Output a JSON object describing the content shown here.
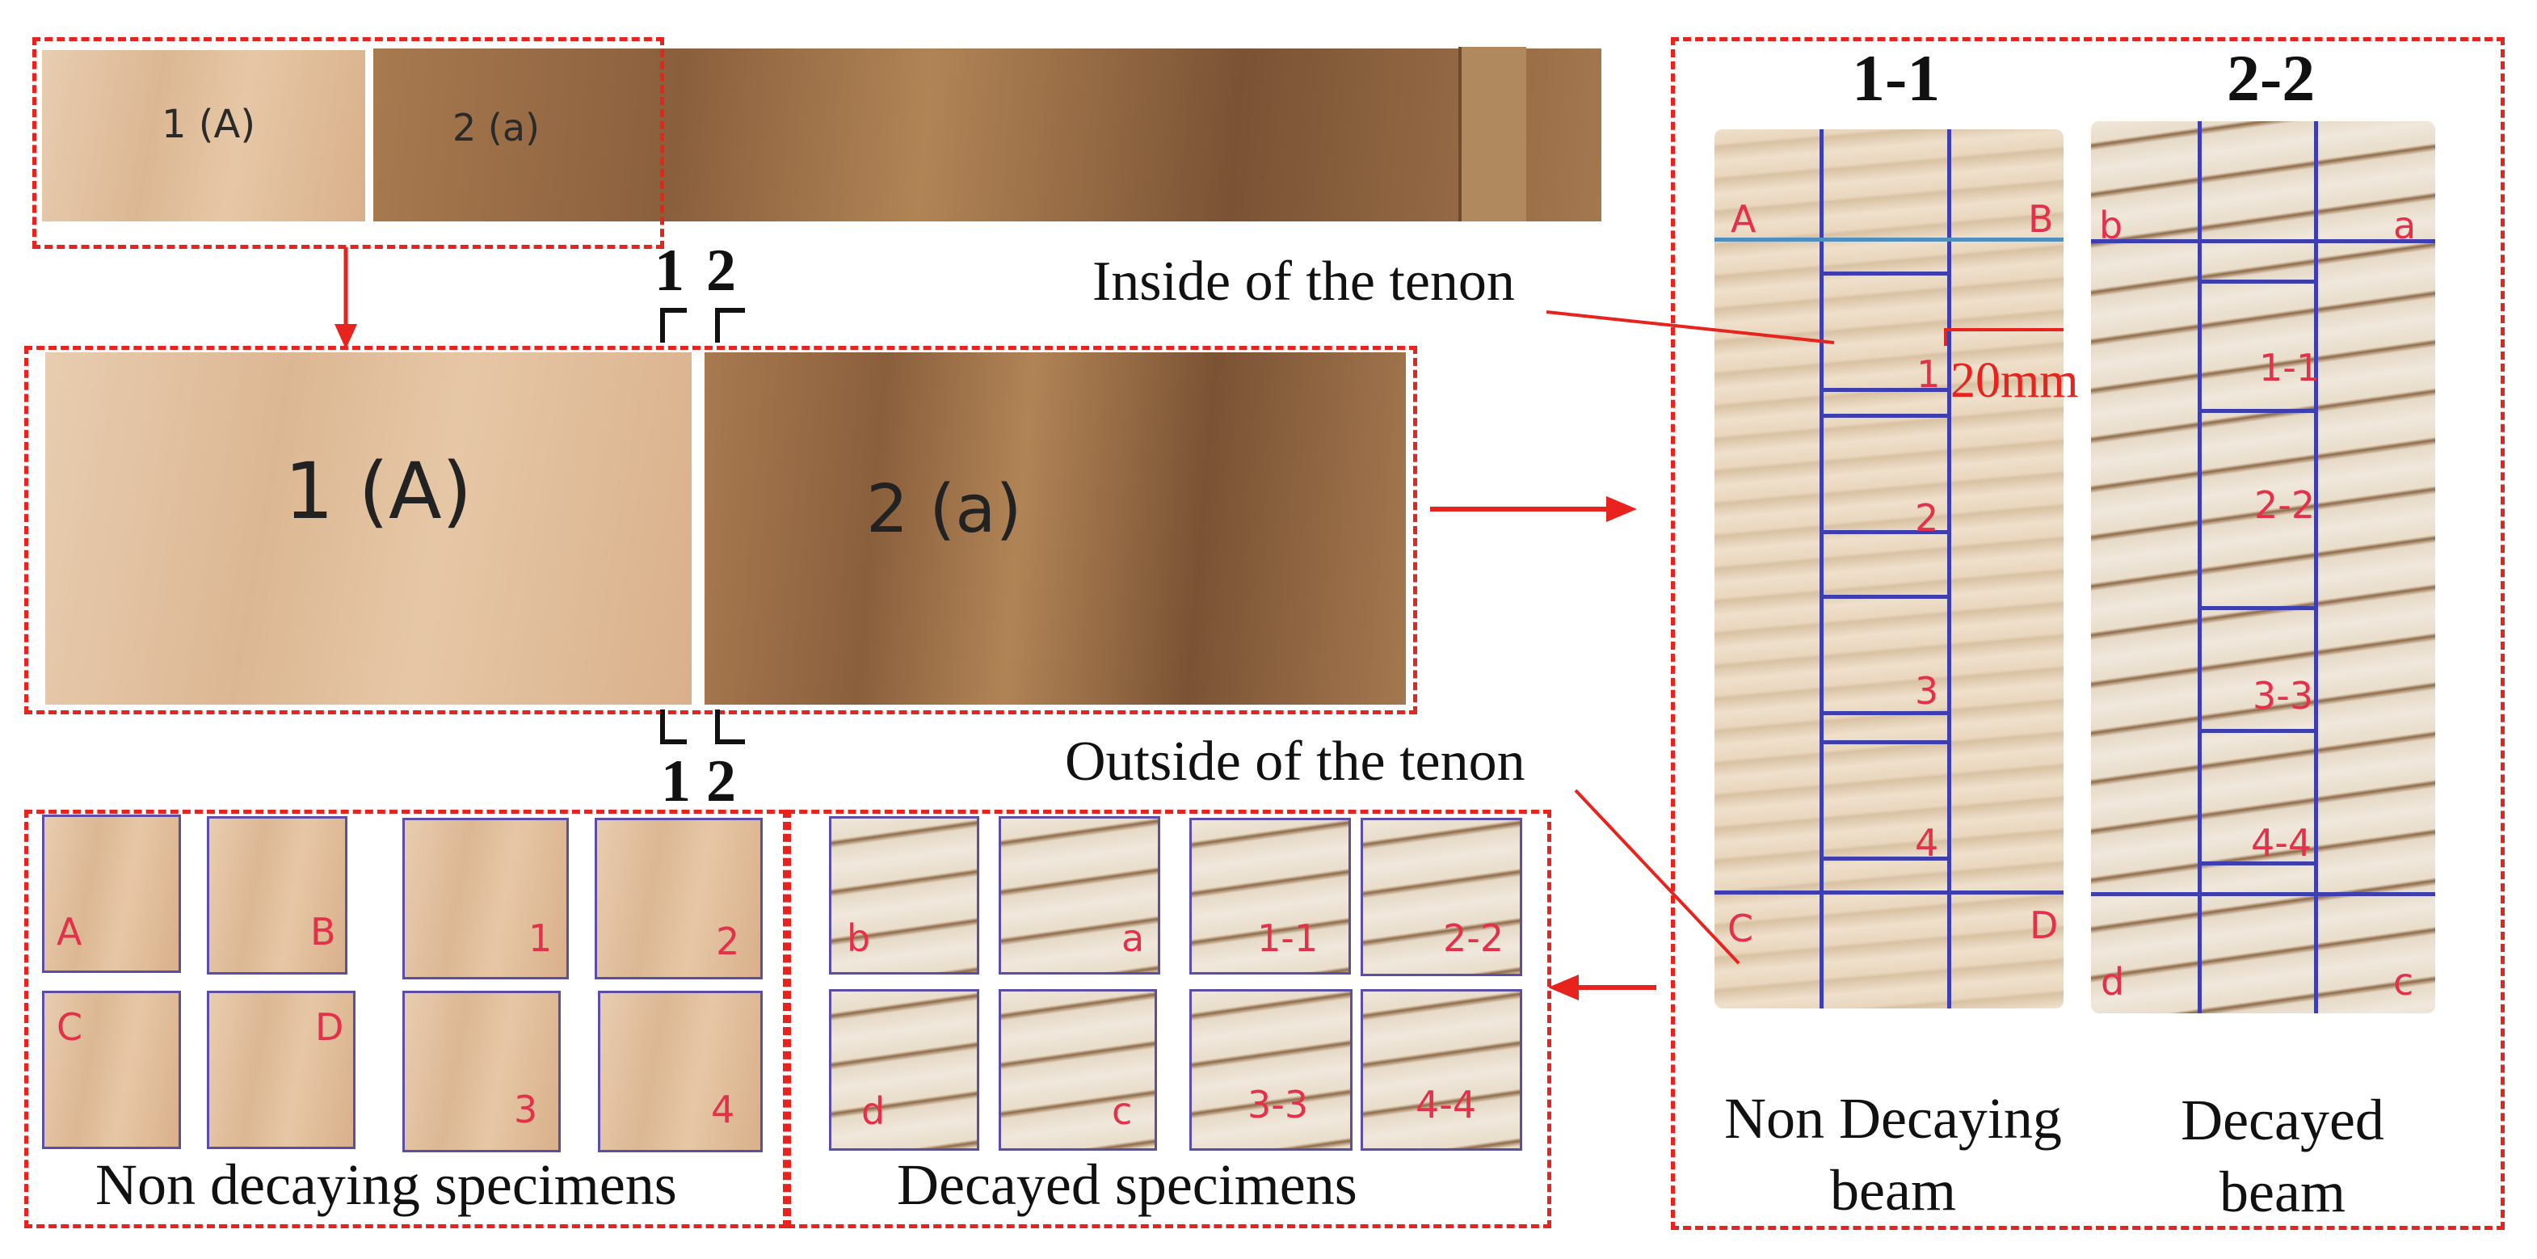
{
  "colors": {
    "dashed_box": "#e8221c",
    "arrow": "#e8221c",
    "pen_blue": "#3d3fb0",
    "marker_red": "#e5304a"
  },
  "beam_photo": {
    "label_non_decayed": "1 (A)",
    "label_decayed": "2 (a)"
  },
  "cut_markers": {
    "top_1": "1",
    "top_2": "2",
    "bottom_1": "1",
    "bottom_2": "2"
  },
  "sections": {
    "title_1": "1-1",
    "title_2": "2-2",
    "labels_left": [
      "A",
      "B",
      "C",
      "D",
      "1",
      "2",
      "3",
      "4"
    ],
    "labels_right": [
      "b",
      "a",
      "d",
      "c",
      "1-1",
      "2-2",
      "3-3",
      "4-4"
    ],
    "scale": "20mm",
    "caption_left": "Non Decaying\nbeam",
    "caption_right": "Decayed\nbeam"
  },
  "annotations": {
    "inside": "Inside of the tenon",
    "outside": "Outside of the tenon"
  },
  "specimens": {
    "non_decaying_caption": "Non decaying specimens",
    "decayed_caption": "Decayed specimens",
    "non_decaying_labels": [
      "A",
      "B",
      "1",
      "2",
      "C",
      "D",
      "3",
      "4"
    ],
    "decayed_labels": [
      "b",
      "a",
      "1-1",
      "2-2",
      "d",
      "c",
      "3-3",
      "4-4"
    ]
  }
}
